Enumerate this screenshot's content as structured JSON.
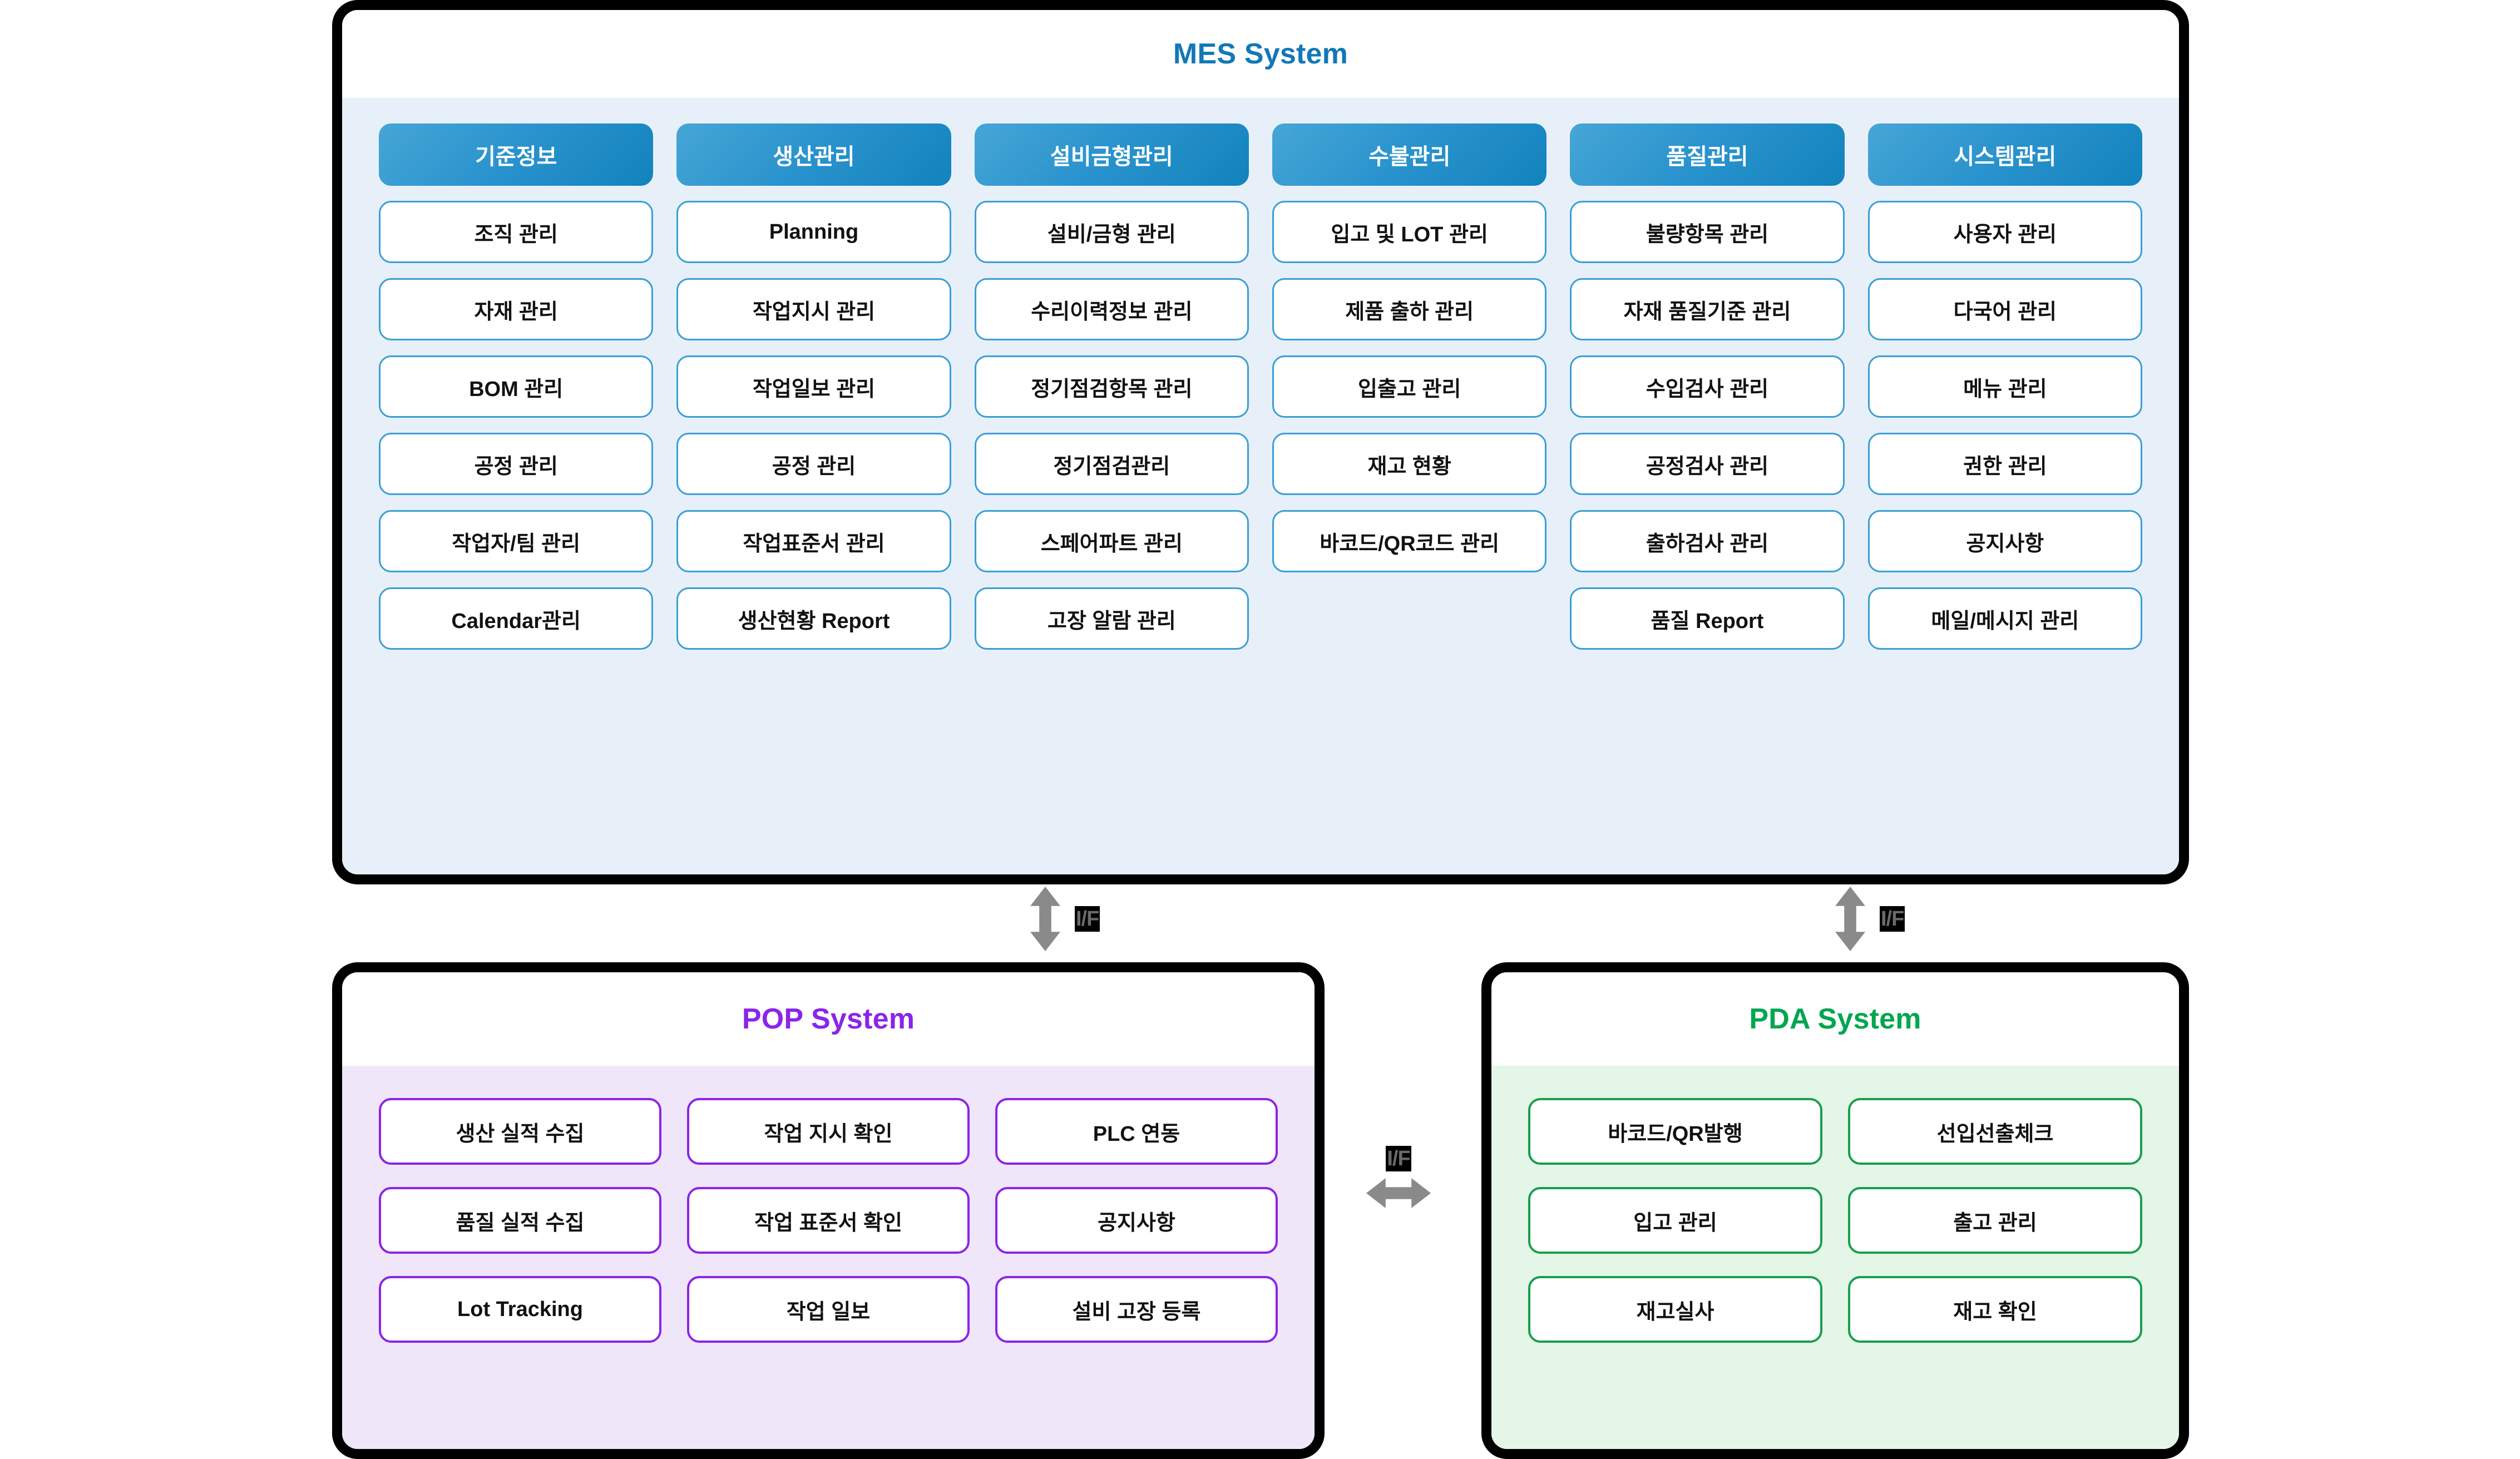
{
  "mes": {
    "title": "MES System",
    "title_color": "#1278b8",
    "body_bg": "#e7f0f9",
    "columns": [
      {
        "header": "기준정보",
        "items": [
          "조직 관리",
          "자재 관리",
          "BOM 관리",
          "공정 관리",
          "작업자/팀 관리",
          "Calendar관리"
        ]
      },
      {
        "header": "생산관리",
        "items": [
          "Planning",
          "작업지시 관리",
          "작업일보 관리",
          "공정 관리",
          "작업표준서 관리",
          "생산현황 Report"
        ]
      },
      {
        "header": "설비금형관리",
        "items": [
          "설비/금형 관리",
          "수리이력정보 관리",
          "정기점검항목 관리",
          "정기점검관리",
          "스페어파트 관리",
          "고장 알람 관리"
        ]
      },
      {
        "header": "수불관리",
        "items": [
          "입고 및 LOT 관리",
          "제품 출하 관리",
          "입출고 관리",
          "재고 현황",
          "바코드/QR코드 관리",
          ""
        ]
      },
      {
        "header": "품질관리",
        "items": [
          "불량항목 관리",
          "자재 품질기준 관리",
          "수입검사 관리",
          "공정검사 관리",
          "출하검사 관리",
          "품질 Report"
        ]
      },
      {
        "header": "시스템관리",
        "items": [
          "사용자 관리",
          "다국어 관리",
          "메뉴 관리",
          "권한 관리",
          "공지사항",
          "메일/메시지 관리"
        ]
      }
    ]
  },
  "pop": {
    "title": "POP System",
    "title_color": "#8b24e8",
    "body_bg": "#f0e6f9",
    "items": [
      "생산 실적 수집",
      "작업 지시 확인",
      "PLC 연동",
      "품질 실적 수집",
      "작업 표준서 확인",
      "공지사항",
      "Lot Tracking",
      "작업 일보",
      "설비 고장 등록"
    ]
  },
  "pda": {
    "title": "PDA System",
    "title_color": "#00a650",
    "body_bg": "#e4f6e7",
    "items": [
      "바코드/QR발행",
      "선입선출체크",
      "입고 관리",
      "출고 관리",
      "재고실사",
      "재고 확인"
    ]
  },
  "connectors": {
    "mes_pop_label": "I/F",
    "mes_pda_label": "I/F",
    "pop_pda_label": "I/F"
  }
}
